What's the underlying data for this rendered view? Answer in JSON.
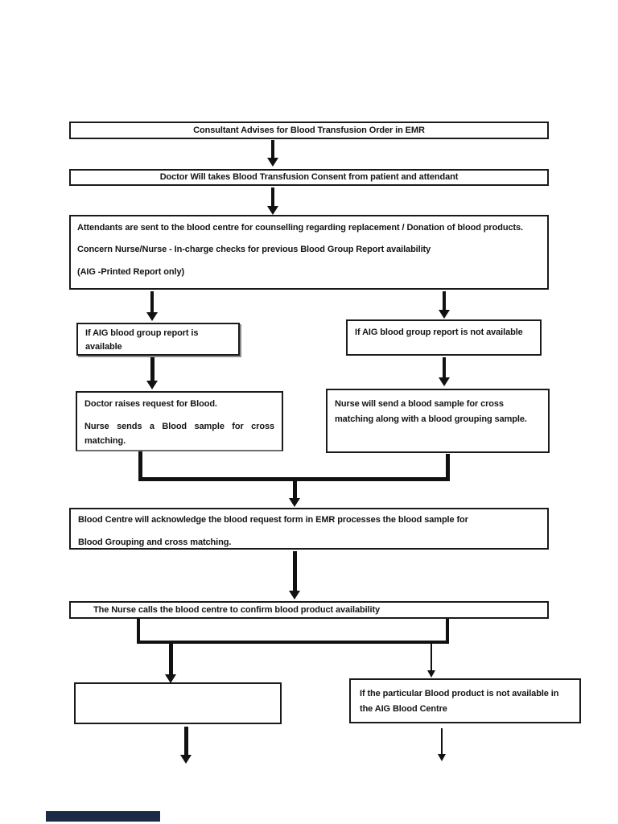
{
  "page": {
    "background": "#ffffff",
    "ink": "#141414",
    "border_color": "#1a1a1a",
    "arrow_color": "#111111",
    "footer_bar_color": "#1c2b45"
  },
  "flowchart": {
    "node1": {
      "label": "Consultant Advises for Blood Transfusion Order in EMR"
    },
    "node2": {
      "label": "Doctor Will takes Blood Transfusion Consent from patient and attendant"
    },
    "node3": {
      "para1": "Attendants are sent to the blood centre for counselling regarding replacement / Donation of blood products.",
      "para2": "Concern Nurse/Nurse - In-charge checks for previous Blood Group Report availability",
      "para3": "(AIG -Printed Report only)"
    },
    "node4a": {
      "label": "If AIG blood group report is available"
    },
    "node4b": {
      "label": "If AIG blood group report is not available"
    },
    "node5a": {
      "para1": "Doctor raises request for Blood.",
      "para2": "Nurse sends a Blood sample for cross matching."
    },
    "node5b": {
      "label": "Nurse will send a blood sample for cross matching along with a blood grouping sample."
    },
    "node6": {
      "line1": "Blood Centre will acknowledge the blood request form in EMR processes the blood sample for",
      "line2": "Blood Grouping and cross matching."
    },
    "node7": {
      "label": "The Nurse calls the blood centre to confirm blood product availability"
    },
    "node8a": {
      "label": ""
    },
    "node8b": {
      "label": "If the particular Blood product is not available in the AIG Blood Centre"
    }
  }
}
